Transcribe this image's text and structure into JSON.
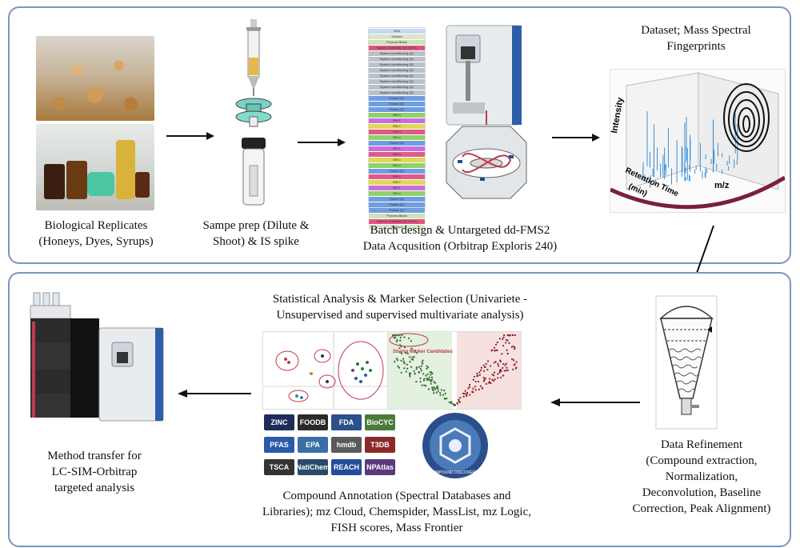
{
  "top_panel": {
    "step1_label_line1": "Biological Replicates",
    "step1_label_line2": "(Honeys, Dyes, Syrups)",
    "step2_label_line1": "Sampe prep (Dilute &",
    "step2_label_line2": "Shoot) & IS spike",
    "step3_label_line1": "Batch design & Untargeted dd-FMS2",
    "step3_label_line2": "Data Acqusition (Orbitrap Exploris 240)",
    "step4_label_line1": "Dataset; Mass Spectral",
    "step4_label_line2": "Fingerprints",
    "plot_axis_intensity": "Intensity",
    "plot_axis_rt": "Retention Time",
    "plot_axis_rt_unit": "(min)",
    "plot_axis_mz": "m/z"
  },
  "batch_sequence": [
    {
      "text": "Ztmt",
      "color": "#c9d7f0"
    },
    {
      "text": "Solvent",
      "color": "#d8e6c8"
    },
    {
      "text": "Process Blank",
      "color": "#cfe2b8"
    },
    {
      "text": "System Suitability QC (SSS)",
      "color": "#e1557e"
    },
    {
      "text": "System conditioning QC",
      "color": "#b9c2c8"
    },
    {
      "text": "System conditioning QC",
      "color": "#b9c2c8"
    },
    {
      "text": "System conditioning QC",
      "color": "#b9c2c8"
    },
    {
      "text": "System conditioning QC",
      "color": "#b9c2c8"
    },
    {
      "text": "System conditioning QC",
      "color": "#b9c2c8"
    },
    {
      "text": "System conditioning QC",
      "color": "#b9c2c8"
    },
    {
      "text": "System conditioning QC",
      "color": "#b9c2c8"
    },
    {
      "text": "System conditioning QC",
      "color": "#b9c2c8"
    },
    {
      "text": "Pooled QC",
      "color": "#6f9de0"
    },
    {
      "text": "Pooled QC",
      "color": "#6f9de0"
    },
    {
      "text": "Pooled QC",
      "color": "#6f9de0"
    },
    {
      "text": "RM 4",
      "color": "#8fd16a"
    },
    {
      "text": "RM 1",
      "color": "#c86ee0"
    },
    {
      "text": "RM 2",
      "color": "#e0d85a"
    },
    {
      "text": "RM 3",
      "color": "#e05a8c"
    },
    {
      "text": "RM 4",
      "color": "#8fd16a"
    },
    {
      "text": "Pooled QC",
      "color": "#6f9de0"
    },
    {
      "text": "RM 1",
      "color": "#c86ee0"
    },
    {
      "text": "RM 3",
      "color": "#e05a8c"
    },
    {
      "text": "RM 2",
      "color": "#e0d85a"
    },
    {
      "text": "RM 4",
      "color": "#8fd16a"
    },
    {
      "text": "Pooled QC",
      "color": "#6f9de0"
    },
    {
      "text": "RM 3",
      "color": "#e05a8c"
    },
    {
      "text": "RM 2",
      "color": "#e0d85a"
    },
    {
      "text": "RM 1",
      "color": "#c86ee0"
    },
    {
      "text": "RM 4",
      "color": "#8fd16a"
    },
    {
      "text": "Pooled QC",
      "color": "#6f9de0"
    },
    {
      "text": "Pooled QC",
      "color": "#6f9de0"
    },
    {
      "text": "Pooled QC",
      "color": "#6f9de0"
    },
    {
      "text": "Process Blank",
      "color": "#cfe2b8"
    },
    {
      "text": "System Suitability QC (SSS)",
      "color": "#e1557e"
    },
    {
      "text": "Solvent",
      "color": "#d8e6c8"
    }
  ],
  "bottom_panel": {
    "stats_title_line1": "Statistical Analysis & Marker Selection (Univariete -",
    "stats_title_line2": "Unsupervised and supervised  multivariate analysis)",
    "volcano_note": "Strong Marker Candidates",
    "annotation_line1": "Compound Annotation (Spectral Databases and",
    "annotation_line2": "Libraries); mz Cloud, Chemspider, MassList, mz Logic,",
    "annotation_line3": "FISH scores, Mass Frontier",
    "refinement_line1": "Data Refinement",
    "refinement_line2": "(Compound extraction,",
    "refinement_line3": "Normalization,",
    "refinement_line4": "Deconvolution, Baseline",
    "refinement_line5": "Correction, Peak Alignment)",
    "method_line1": "Method transfer for",
    "method_line2": "LC-SIM-Orbitrap",
    "method_line3": "targeted analysis",
    "cd_logo_text": "COMPOUND DISCOVERER"
  },
  "database_logos": [
    {
      "text": "ZINC",
      "color": "#1d2c5a"
    },
    {
      "text": "FOODB",
      "color": "#2a2a2a"
    },
    {
      "text": "FDA",
      "color": "#2d4f8a"
    },
    {
      "text": "BioCYC",
      "color": "#4a7a3a"
    },
    {
      "text": "PFAS",
      "color": "#2b5aa8"
    },
    {
      "text": "EPA",
      "color": "#3b6ea5"
    },
    {
      "text": "hmdb",
      "color": "#5a5a5a"
    },
    {
      "text": "T3DB",
      "color": "#8a2a2a"
    },
    {
      "text": "TSCA",
      "color": "#333333"
    },
    {
      "text": "NatiChem",
      "color": "#2a4a6a"
    },
    {
      "text": "REACH",
      "color": "#234e9a"
    },
    {
      "text": "NPAtlas",
      "color": "#5a3a7a"
    }
  ],
  "colors": {
    "panel_border": "#7f95c2",
    "arrow": "#111111",
    "accent_red": "#c0394f"
  }
}
